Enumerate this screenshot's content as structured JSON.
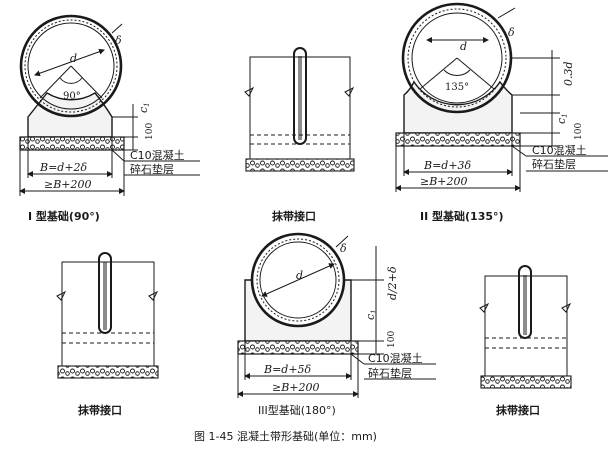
{
  "labels": {
    "d": "d",
    "delta": "δ",
    "c1": "c",
    "c1_sub": "1",
    "dim_100": "100",
    "angle_90": "90°",
    "angle_135": "135°",
    "dim_03d": "0.3d",
    "dim_d2_delta": "d/2+δ",
    "B_90": "B=d+2δ",
    "B_135": "B=d+3δ",
    "B_180": "B=d+5δ",
    "B_total": "≥B+200",
    "c10_concrete": "C10混凝土",
    "gravel_bed": "碎石垫层"
  },
  "captions": {
    "type1": "I 型基础(90°)",
    "band1": "抹带接口",
    "type2": "II 型基础(135°)",
    "band2": "抹带接口",
    "type3": "III型基础(180°)",
    "band3": "抹带接口",
    "figure": "图 1-45    混凝土带形基础(单位：mm)"
  }
}
